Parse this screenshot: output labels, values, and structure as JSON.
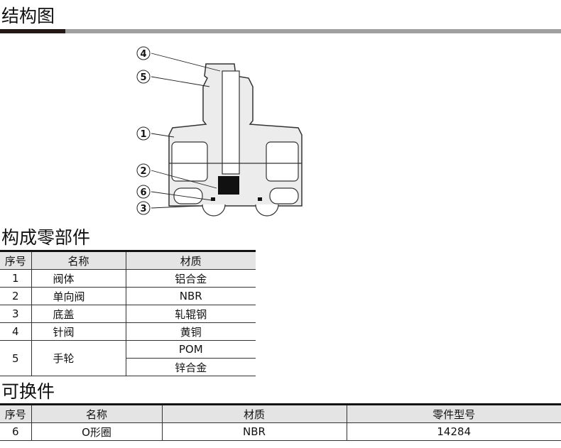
{
  "sections": {
    "structure": "结构图",
    "parts": "构成零部件",
    "replaceable": "可换件"
  },
  "diagram": {
    "callouts": [
      "4",
      "5",
      "1",
      "2",
      "6",
      "3"
    ]
  },
  "parts_table": {
    "headers": [
      "序号",
      "名称",
      "材质"
    ],
    "rows": [
      {
        "no": "1",
        "name": "阀体",
        "material": "铝合金"
      },
      {
        "no": "2",
        "name": "单向阀",
        "material": "NBR"
      },
      {
        "no": "3",
        "name": "底盖",
        "material": "轧辊钢"
      },
      {
        "no": "4",
        "name": "针阀",
        "material": "黄铜"
      },
      {
        "no": "5",
        "name": "手轮",
        "material": "POM",
        "material2": "锌合金"
      }
    ]
  },
  "replace_table": {
    "headers": [
      "序号",
      "名称",
      "材质",
      "零件型号"
    ],
    "rows": [
      {
        "no": "6",
        "name": "O形圈",
        "material": "NBR",
        "part": "14284"
      }
    ]
  }
}
